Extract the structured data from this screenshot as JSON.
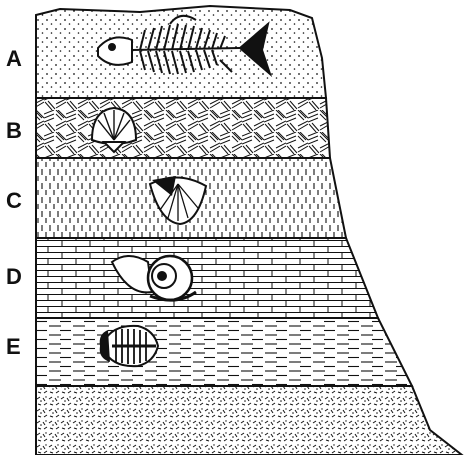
{
  "diagram": {
    "layers": [
      {
        "label": "A",
        "fossil": "fish-skeleton-fossil",
        "texture": "dotted-sandstone"
      },
      {
        "label": "B",
        "fossil": "scallop-shell-fossil",
        "texture": "cross-hatched-rock"
      },
      {
        "label": "C",
        "fossil": "brachiopod-shell-fossil",
        "texture": "vertical-dashed-shale"
      },
      {
        "label": "D",
        "fossil": "snail-ammonite-fossil",
        "texture": "brick-limestone"
      },
      {
        "label": "E",
        "fossil": "trilobite-fossil",
        "texture": "horizontal-dashed-mudstone"
      }
    ],
    "bedrock_texture": "speckled-bedrock",
    "colors": {
      "ink": "#111111",
      "paper": "#ffffff"
    }
  }
}
